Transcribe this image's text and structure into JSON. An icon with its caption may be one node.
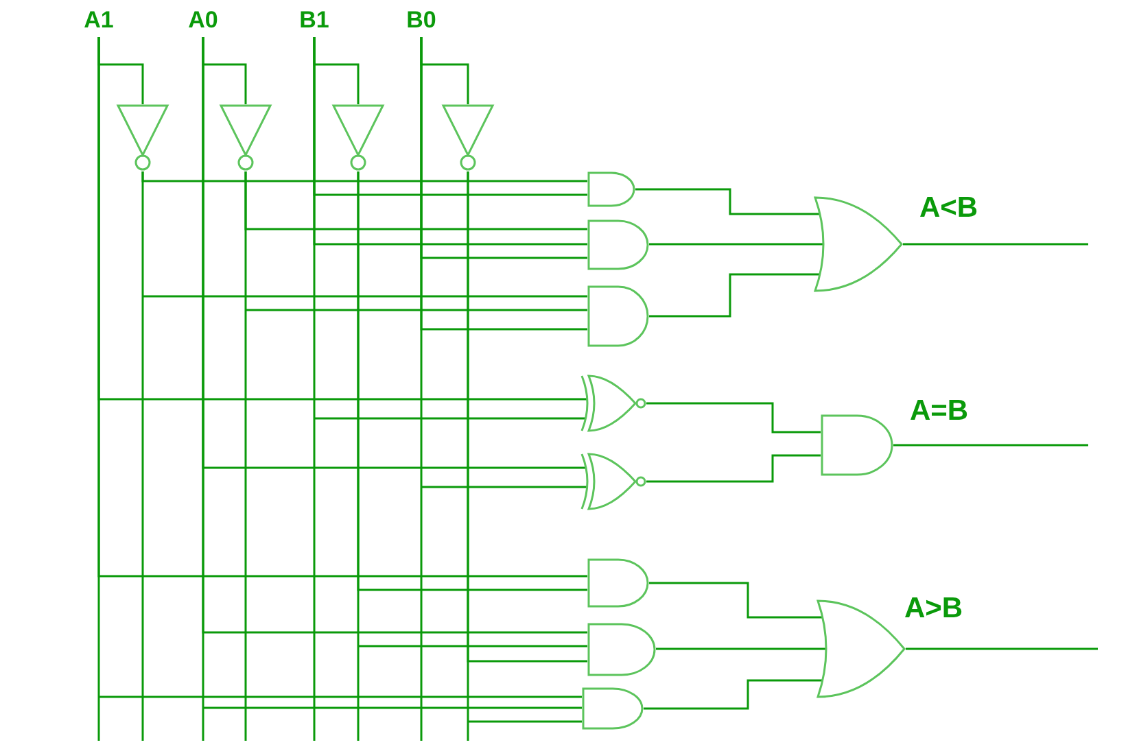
{
  "diagram": {
    "nodes": [
      {
        "text": [
          "A1"
        ]
      },
      {
        "text": [
          "A0"
        ]
      },
      {
        "text": [
          "B1"
        ]
      },
      {
        "text": [
          "B0"
        ]
      },
      {
        "text": [],
        "shape": "inverter"
      },
      {
        "text": [],
        "shape": "inverter"
      },
      {
        "text": [],
        "shape": "inverter"
      },
      {
        "text": [],
        "shape": "inverter"
      },
      {
        "text": [],
        "shape": "and"
      },
      {
        "text": [],
        "shape": "and"
      },
      {
        "text": [],
        "shape": "and"
      },
      {
        "text": [],
        "shape": "or",
        "beside": [
          "A<B"
        ]
      },
      {
        "text": [],
        "shape": "xnor"
      },
      {
        "text": [],
        "shape": "xnor"
      },
      {
        "text": [],
        "shape": "and",
        "beside": [
          "A=B"
        ]
      },
      {
        "text": [],
        "shape": "and"
      },
      {
        "text": [],
        "shape": "and"
      },
      {
        "text": [],
        "shape": "and"
      },
      {
        "text": [],
        "shape": "or",
        "beside": [
          "A>B"
        ]
      }
    ],
    "edges": [
      {
        "from": 0,
        "to": 4,
        "arrow": "none"
      },
      {
        "from": 1,
        "to": 5,
        "arrow": "none"
      },
      {
        "from": 2,
        "to": 6,
        "arrow": "none"
      },
      {
        "from": 3,
        "to": 7,
        "arrow": "none"
      },
      {
        "from": 4,
        "to": 8,
        "arrow": "none"
      },
      {
        "from": 2,
        "to": 8,
        "arrow": "none"
      },
      {
        "from": 5,
        "to": 9,
        "arrow": "none"
      },
      {
        "from": 2,
        "to": 9,
        "arrow": "none"
      },
      {
        "from": 3,
        "to": 9,
        "arrow": "none"
      },
      {
        "from": 4,
        "to": 10,
        "arrow": "none"
      },
      {
        "from": 5,
        "to": 10,
        "arrow": "none"
      },
      {
        "from": 3,
        "to": 10,
        "arrow": "none"
      },
      {
        "from": 8,
        "to": 11,
        "arrow": "none"
      },
      {
        "from": 9,
        "to": 11,
        "arrow": "none"
      },
      {
        "from": 10,
        "to": 11,
        "arrow": "none"
      },
      {
        "from": 0,
        "to": 12,
        "arrow": "none"
      },
      {
        "from": 2,
        "to": 12,
        "arrow": "none"
      },
      {
        "from": 1,
        "to": 13,
        "arrow": "none"
      },
      {
        "from": 3,
        "to": 13,
        "arrow": "none"
      },
      {
        "from": 12,
        "to": 14,
        "arrow": "none"
      },
      {
        "from": 13,
        "to": 14,
        "arrow": "none"
      },
      {
        "from": 0,
        "to": 15,
        "arrow": "none"
      },
      {
        "from": 6,
        "to": 15,
        "arrow": "none"
      },
      {
        "from": 1,
        "to": 16,
        "arrow": "none"
      },
      {
        "from": 6,
        "to": 16,
        "arrow": "none"
      },
      {
        "from": 7,
        "to": 16,
        "arrow": "none"
      },
      {
        "from": 0,
        "to": 17,
        "arrow": "none"
      },
      {
        "from": 1,
        "to": 17,
        "arrow": "none"
      },
      {
        "from": 7,
        "to": 17,
        "arrow": "none"
      },
      {
        "from": 15,
        "to": 18,
        "arrow": "none"
      },
      {
        "from": 16,
        "to": 18,
        "arrow": "none"
      },
      {
        "from": 17,
        "to": 18,
        "arrow": "none"
      },
      {
        "from": 11,
        "to": null,
        "arrow": "none"
      },
      {
        "from": 14,
        "to": null,
        "arrow": "none"
      },
      {
        "from": 18,
        "to": null,
        "arrow": "none"
      }
    ]
  }
}
